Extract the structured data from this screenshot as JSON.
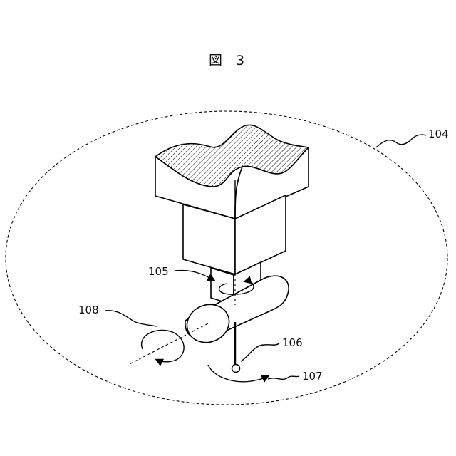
{
  "figure": {
    "title": "図　3",
    "labels": {
      "region": "104",
      "spindle_rotation": "105",
      "probe": "106",
      "swing_rotation": "107",
      "tilt_axis_rotation": "108"
    }
  },
  "colors": {
    "line": "#000000",
    "background": "#ffffff"
  }
}
